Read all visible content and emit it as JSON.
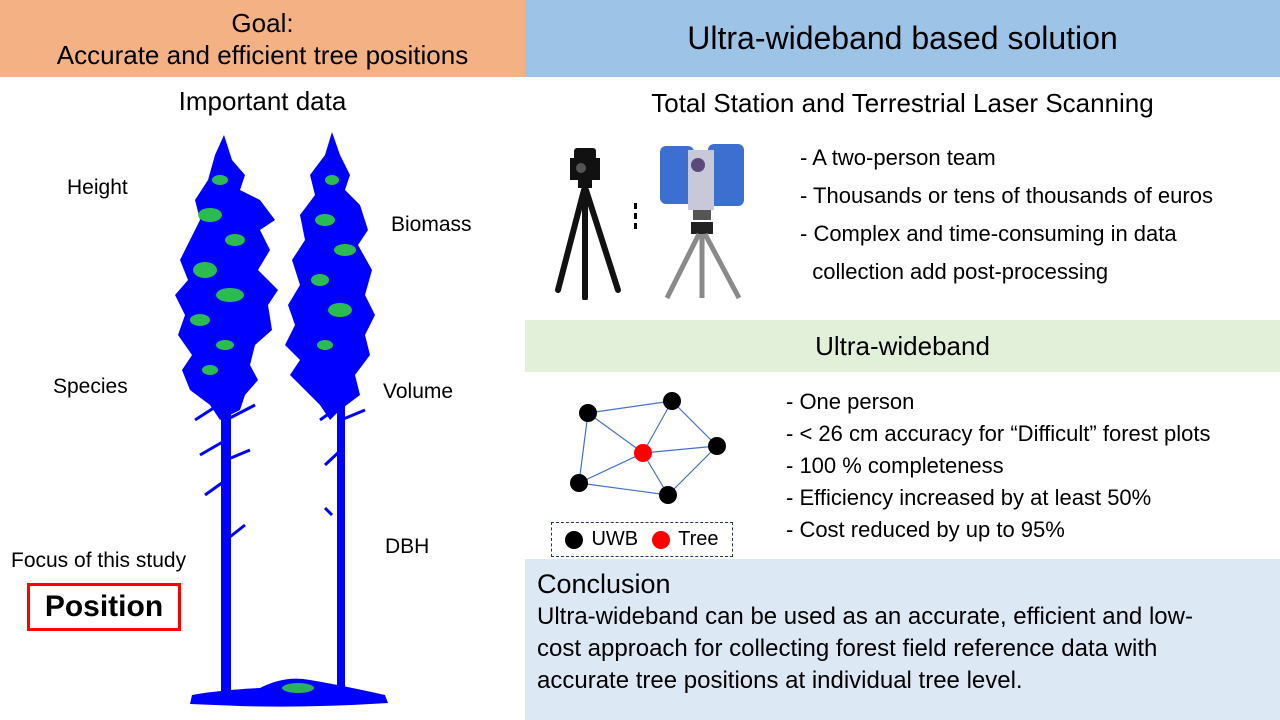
{
  "left_panel": {
    "goal_title": "Goal:",
    "goal_text": "Accurate and efficient tree positions",
    "important_data_heading": "Important data",
    "attributes": {
      "height": "Height",
      "biomass": "Biomass",
      "species": "Species",
      "volume": "Volume",
      "dbh": "DBH"
    },
    "focus_label": "Focus of this study",
    "focus_value": "Position",
    "point_cloud_colors": {
      "primary": "#0000ff",
      "secondary": "#33dd33",
      "highlight": "#ff0000"
    }
  },
  "right_panel": {
    "title": "Ultra-wideband based solution",
    "tls_section": {
      "title": "Total Station and Terrestrial Laser Scanning",
      "bullets": [
        "- A two-person team",
        "- Thousands or tens of thousands of euros",
        "- Complex and time-consuming in data",
        "  collection add post-processing"
      ]
    },
    "uwb_section": {
      "title": "Ultra-wideband",
      "bullets": [
        "- One person",
        "- < 26 cm accuracy for “Difficult” forest plots",
        "- 100 % completeness",
        "- Efficiency increased by at least 50%",
        "- Cost reduced by up to 95%"
      ],
      "legend": [
        {
          "label": "UWB",
          "color": "#000000"
        },
        {
          "label": "Tree",
          "color": "#ff0000"
        }
      ]
    },
    "conclusion": {
      "title": "Conclusion",
      "text_lines": [
        "Ultra-wideband can be used as an accurate, efficient and low-",
        "cost approach for collecting forest field reference data with",
        "accurate tree positions at individual tree level."
      ]
    }
  },
  "colors": {
    "goal_banner": "#f4b183",
    "solution_banner": "#9dc3e6",
    "uwb_band": "#e2efd9",
    "conclusion_bg": "#dde8f5",
    "focus_border": "#ff0000",
    "network_edge": "#4472c4"
  }
}
